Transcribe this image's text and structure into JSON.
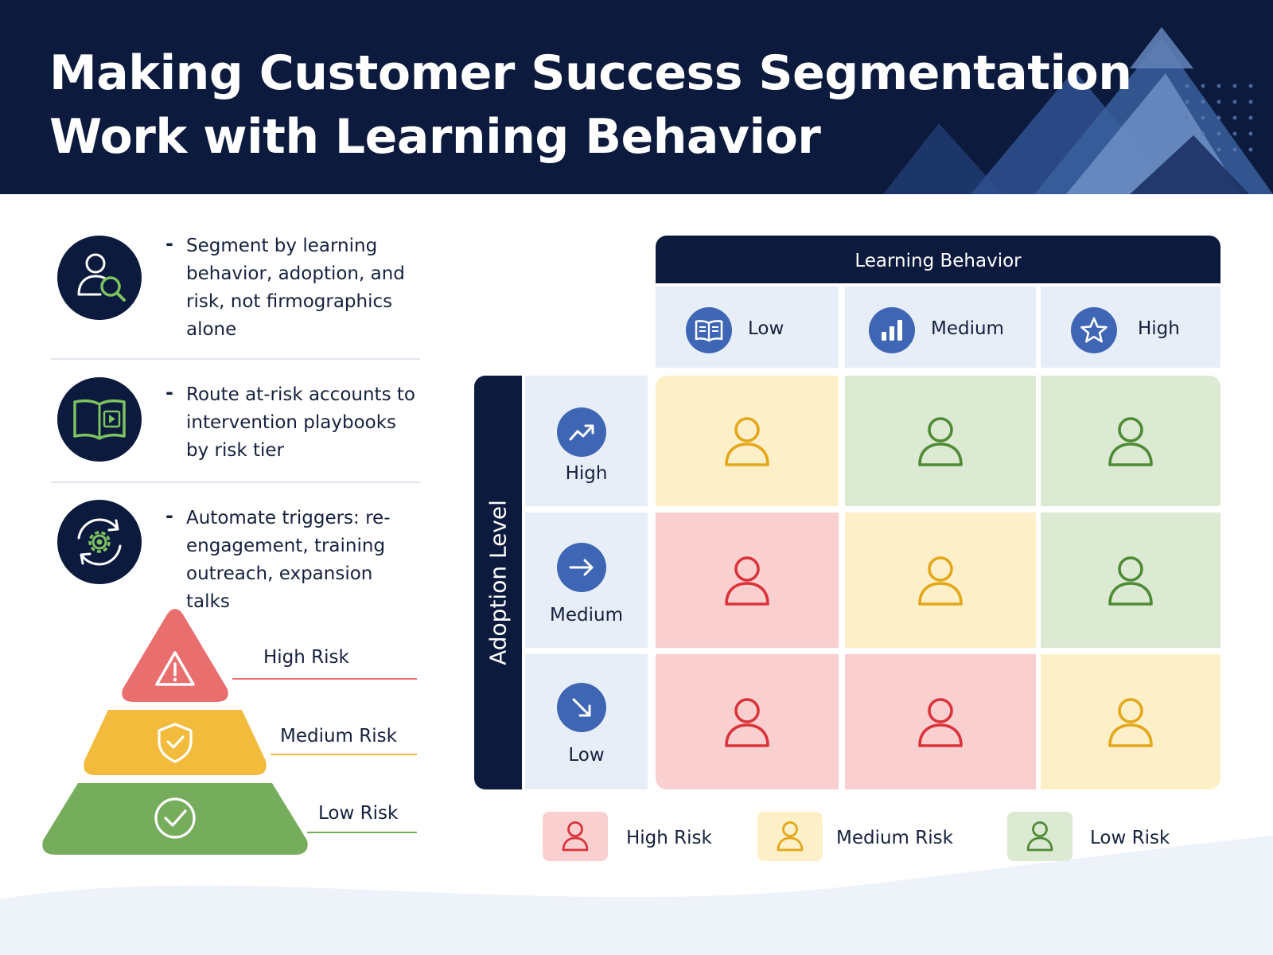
{
  "header": {
    "title_line1": "Making Customer Success Segmentation",
    "title_line2": "Work with Learning Behavior"
  },
  "bullets": [
    {
      "icon": "user-search-icon",
      "dash": "-",
      "text": "Segment by learning behavior, adoption, and risk, not firmographics alone"
    },
    {
      "icon": "playbook-icon",
      "dash": "-",
      "text": "Route at-risk accounts to intervention playbooks by risk tier"
    },
    {
      "icon": "automation-gear-icon",
      "dash": "-",
      "text": "Automate triggers: re-engagement, training outreach, expansion talks"
    }
  ],
  "pyramid": {
    "tiers": [
      {
        "label": "High Risk",
        "icon": "warning-icon",
        "color": "#e96f6f"
      },
      {
        "label": "Medium Risk",
        "icon": "shield-check-icon",
        "color": "#f2bb3c"
      },
      {
        "label": "Low Risk",
        "icon": "check-circle-icon",
        "color": "#76ad5c"
      }
    ]
  },
  "matrix": {
    "column_axis_title": "Learning Behavior",
    "row_axis_title": "Adoption Level",
    "columns": [
      {
        "label": "Low",
        "icon": "book-icon"
      },
      {
        "label": "Medium",
        "icon": "bar-chart-icon"
      },
      {
        "label": "High",
        "icon": "star-icon"
      }
    ],
    "rows": [
      {
        "label": "High",
        "icon": "trend-up-icon"
      },
      {
        "label": "Medium",
        "icon": "arrow-right-icon"
      },
      {
        "label": "Low",
        "icon": "arrow-down-right-icon"
      }
    ],
    "cells": [
      [
        "medium",
        "low",
        "low"
      ],
      [
        "high",
        "medium",
        "low"
      ],
      [
        "high",
        "high",
        "medium"
      ]
    ]
  },
  "legend": [
    {
      "key": "high",
      "label": "High Risk"
    },
    {
      "key": "medium",
      "label": "Medium Risk"
    },
    {
      "key": "low",
      "label": "Low Risk"
    }
  ],
  "colors": {
    "navy": "#0c1a3d",
    "accent_blue": "#3f66b4",
    "high_fill": "#f9cfcf",
    "high_stroke": "#d9343b",
    "medium_fill": "#fdefc7",
    "medium_stroke": "#e3a71a",
    "low_fill": "#dce9d3",
    "low_stroke": "#4f8a36"
  }
}
